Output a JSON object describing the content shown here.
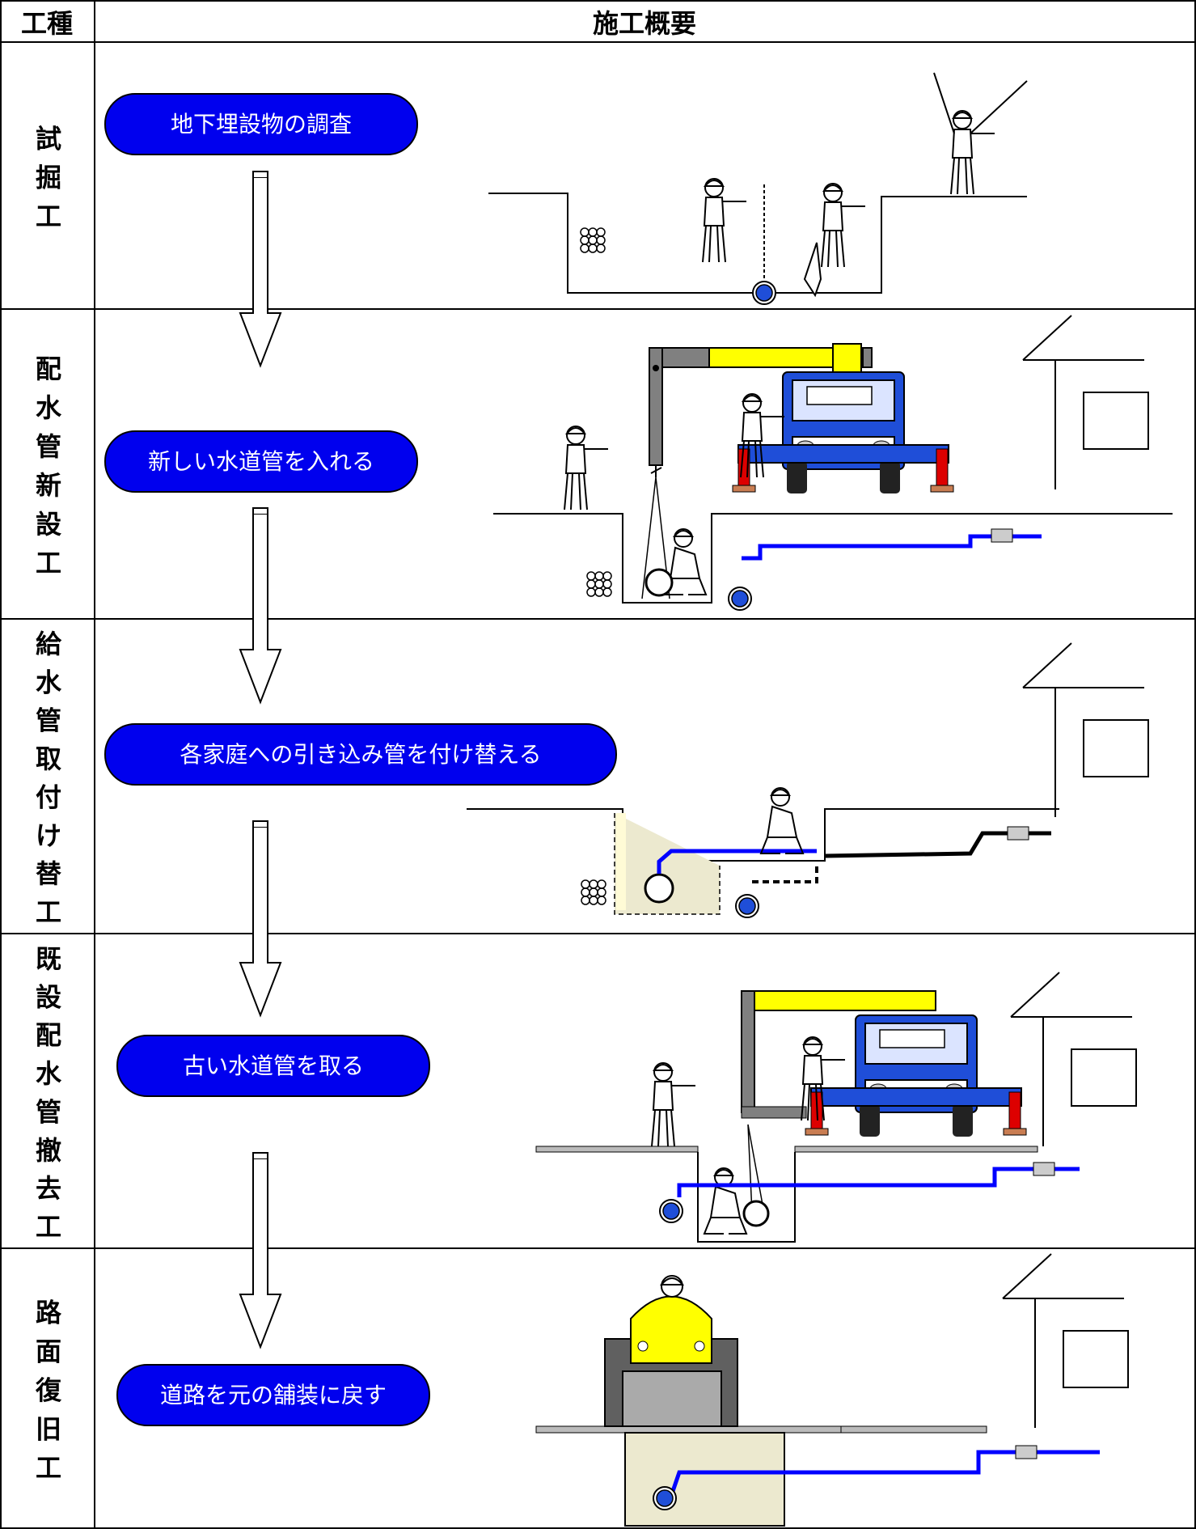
{
  "header": {
    "col1": "工種",
    "col2": "施工概要"
  },
  "colors": {
    "pill": "#0000ee",
    "pipe_blue": "#0000ff",
    "crane_yellow": "#ffff00",
    "truck_blue": "#1f4ed8",
    "grey": "#808080",
    "beige": "#ece9cf"
  },
  "rows": [
    {
      "label": "試掘工",
      "step": "地下埋設物の調査"
    },
    {
      "label": "配水管新設工",
      "step": "新しい水道管を入れる"
    },
    {
      "label": "給水管取付け替工",
      "step": "各家庭への引き込み管を付け替える"
    },
    {
      "label": "既設配水管撤去工",
      "step": "古い水道管を取る"
    },
    {
      "label": "路面復旧工",
      "step": "道路を元の舗装に戻す"
    }
  ],
  "icons": [
    "down-arrow-icon",
    "worker-icon",
    "crane-truck-icon",
    "house-icon",
    "pipe-icon",
    "road-roller-icon"
  ]
}
